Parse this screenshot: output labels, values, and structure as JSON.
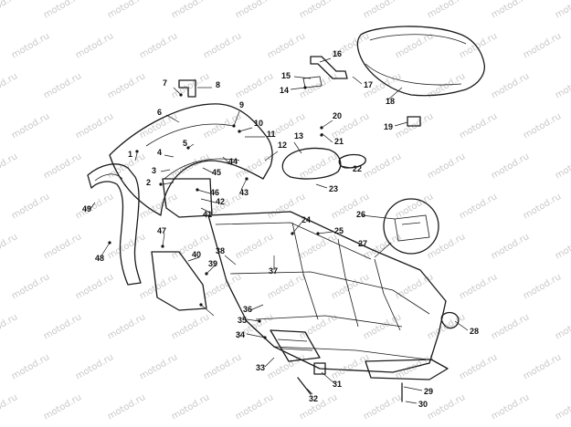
{
  "watermark": "motod.ru",
  "callouts": [
    "1",
    "2",
    "3",
    "4",
    "5",
    "6",
    "7",
    "8",
    "9",
    "10",
    "11",
    "12",
    "13",
    "14",
    "15",
    "16",
    "17",
    "18",
    "19",
    "20",
    "21",
    "22",
    "23",
    "24",
    "25",
    "26",
    "27",
    "28",
    "29",
    "30",
    "31",
    "32",
    "33",
    "34",
    "35",
    "36",
    "37",
    "38",
    "39",
    "40",
    "41",
    "42",
    "43",
    "44",
    "45",
    "46",
    "47",
    "48",
    "49"
  ]
}
